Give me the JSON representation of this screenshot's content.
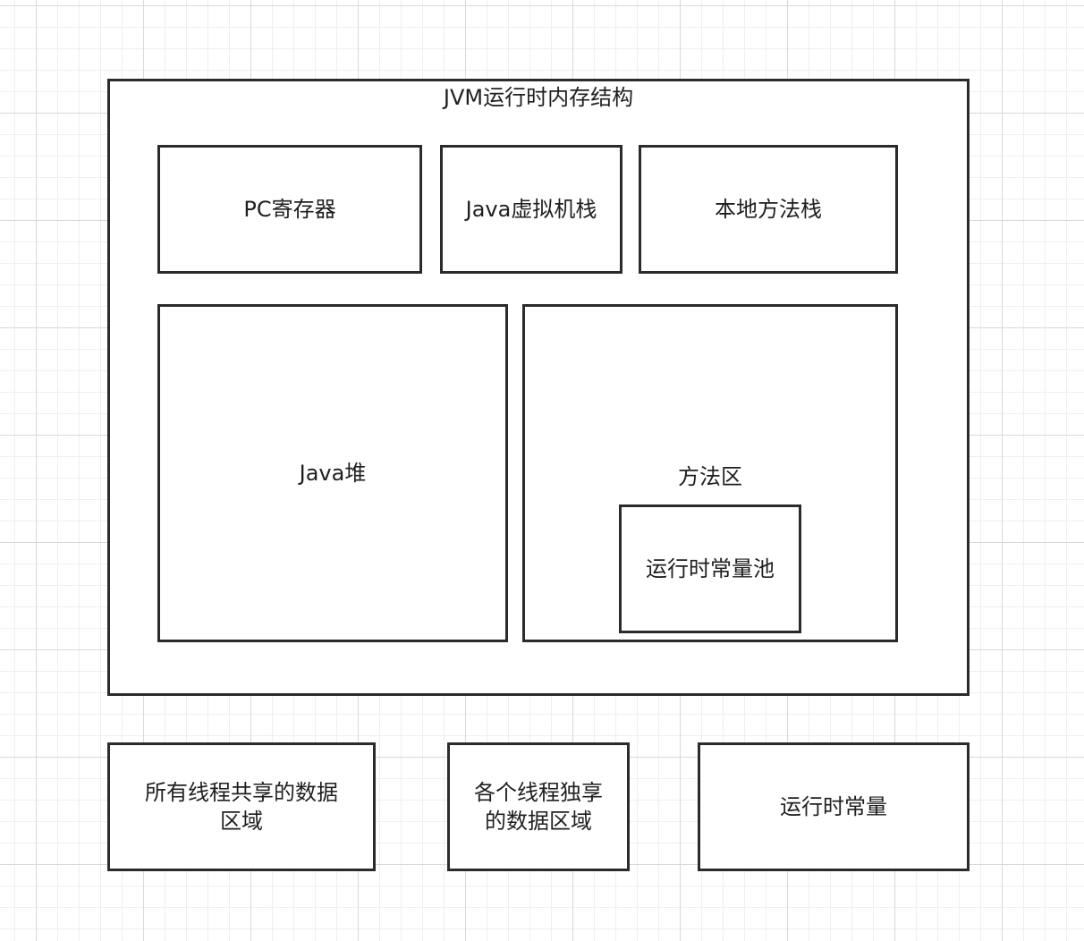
{
  "diagram": {
    "title": "JVM运行时内存结构",
    "thread_private": {
      "pc_register": "PC寄存器",
      "java_vm_stack": "Java虚拟机栈",
      "native_method_stack": "本地方法栈"
    },
    "shared": {
      "java_heap": "Java堆",
      "method_area": "方法区",
      "runtime_constant_pool": "运行时常量池"
    }
  },
  "legend": {
    "shared_data_area": "所有线程共享的数据\n区域",
    "private_data_area": "各个线程独享\n的数据区域",
    "runtime_constant": "运行时常量"
  }
}
